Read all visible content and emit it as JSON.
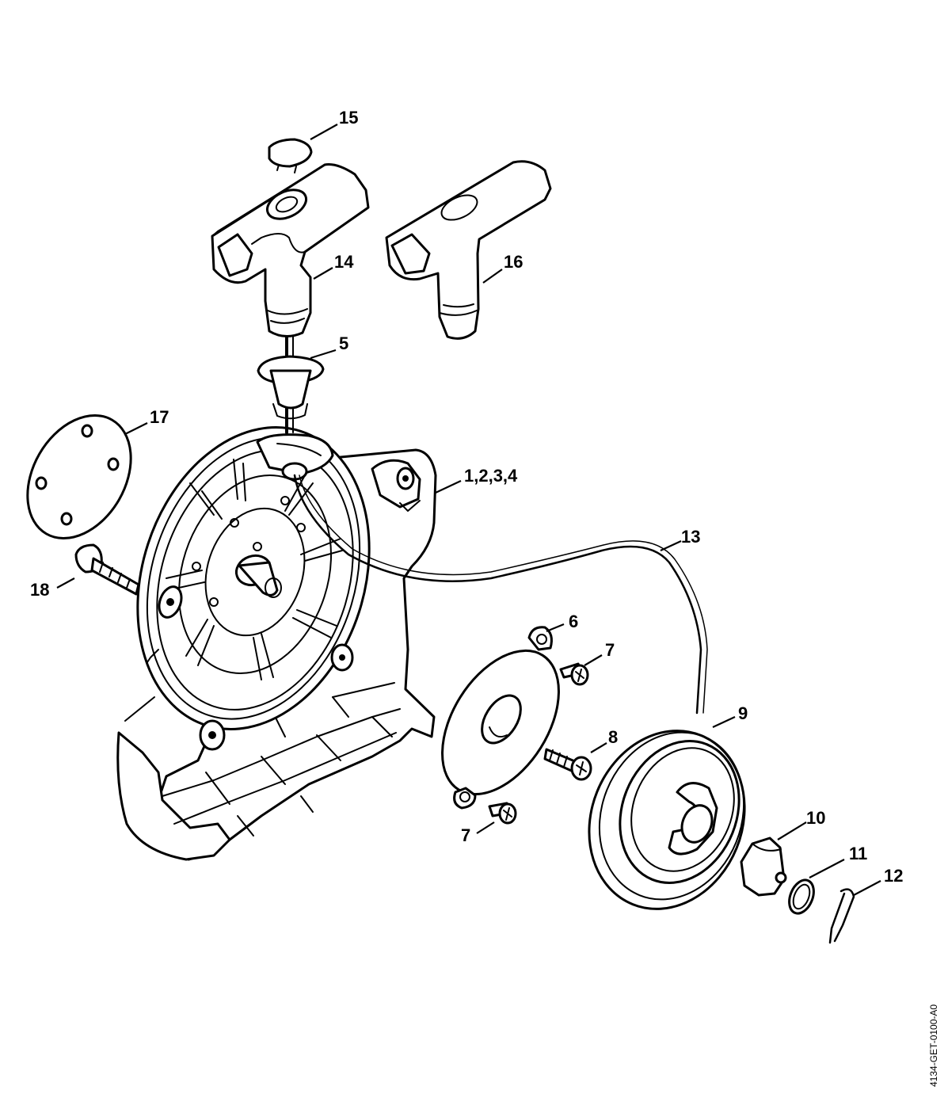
{
  "diagram": {
    "reference_code": "4134-GET-0100-A0",
    "callouts": [
      {
        "id": "15",
        "label": "15"
      },
      {
        "id": "14",
        "label": "14"
      },
      {
        "id": "16",
        "label": "16"
      },
      {
        "id": "5",
        "label": "5"
      },
      {
        "id": "17",
        "label": "17"
      },
      {
        "id": "1-2-3-4",
        "label": "1,2,3,4"
      },
      {
        "id": "13",
        "label": "13"
      },
      {
        "id": "18",
        "label": "18"
      },
      {
        "id": "6",
        "label": "6"
      },
      {
        "id": "7a",
        "label": "7"
      },
      {
        "id": "9",
        "label": "9"
      },
      {
        "id": "8",
        "label": "8"
      },
      {
        "id": "10",
        "label": "10"
      },
      {
        "id": "7b",
        "label": "7"
      },
      {
        "id": "11",
        "label": "11"
      },
      {
        "id": "12",
        "label": "12"
      }
    ],
    "line_color": "#000000",
    "background_color": "#ffffff"
  }
}
